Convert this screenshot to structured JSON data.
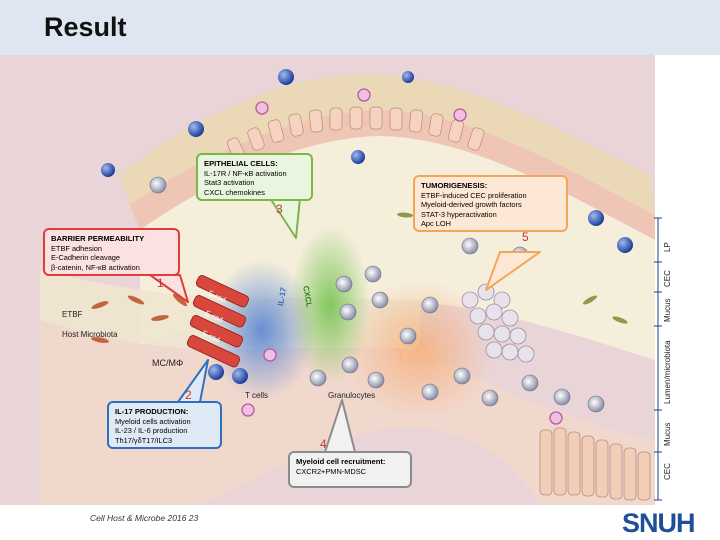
{
  "slide": {
    "title": "Result",
    "citation": "Cell Host & Microbe 2016 23",
    "logo": "SNUH"
  },
  "diagram": {
    "boxes": {
      "epithelial": {
        "heading": "EPITHELIAL CELLS:",
        "lines": [
          "IL-17R / NF-κB activation",
          "Stat3 activation",
          "CXCL chemokines"
        ],
        "number": "3"
      },
      "tumorigenesis": {
        "heading": "TUMORIGENESIS:",
        "lines": [
          "ETBF-induced CEC proliferation",
          "Myeloid-derived growth factors",
          "STAT-3 hyperactivation",
          "Apc LOH"
        ],
        "number": "5"
      },
      "barrier": {
        "heading": "BARRIER PERMEABILITY",
        "lines": [
          "ETBF adhesion",
          "E-Cadherin cleavage",
          "β-catenin, NF-κB activation"
        ],
        "number": "1"
      },
      "il17": {
        "heading": "IL-17 PRODUCTION:",
        "lines": [
          "Myeloid cells activation",
          "IL-23 / IL-6 production",
          "Th17/γδT17/ILC3"
        ],
        "number": "2"
      },
      "myeloid": {
        "heading": "Myeloid cell recruitment:",
        "lines": [
          "CXCR2+PMN-MDSC"
        ],
        "number": "4"
      }
    },
    "labels": {
      "etbf": "ETBF",
      "host_microbiota": "Host Microbiota",
      "mc_mphi": "MC/MΦ",
      "t_cells": "T cells",
      "granulocytes": "Granulocytes",
      "tme": "TME",
      "il17_flow": "IL-17",
      "cxcl_flow": "CXCL",
      "e_cad_1": "E-cad",
      "e_cad_2": "E-cad",
      "e_cad_3": "E-cad"
    },
    "side_labels": [
      "LP",
      "CEC",
      "Mucus",
      "Lumen/microbiota",
      "Mucus",
      "CEC"
    ],
    "colors": {
      "lamina_propria": "#e9d5d8",
      "mucus": "#efe6cf",
      "lumen": "#f5eedb",
      "epithelium": "#f0c9b5",
      "red_accent": "#e23b3b",
      "green_accent": "#7ab648",
      "blue_accent": "#2f6fc0",
      "orange_accent": "#f2a65a",
      "gray_accent": "#8c8c8c"
    }
  }
}
